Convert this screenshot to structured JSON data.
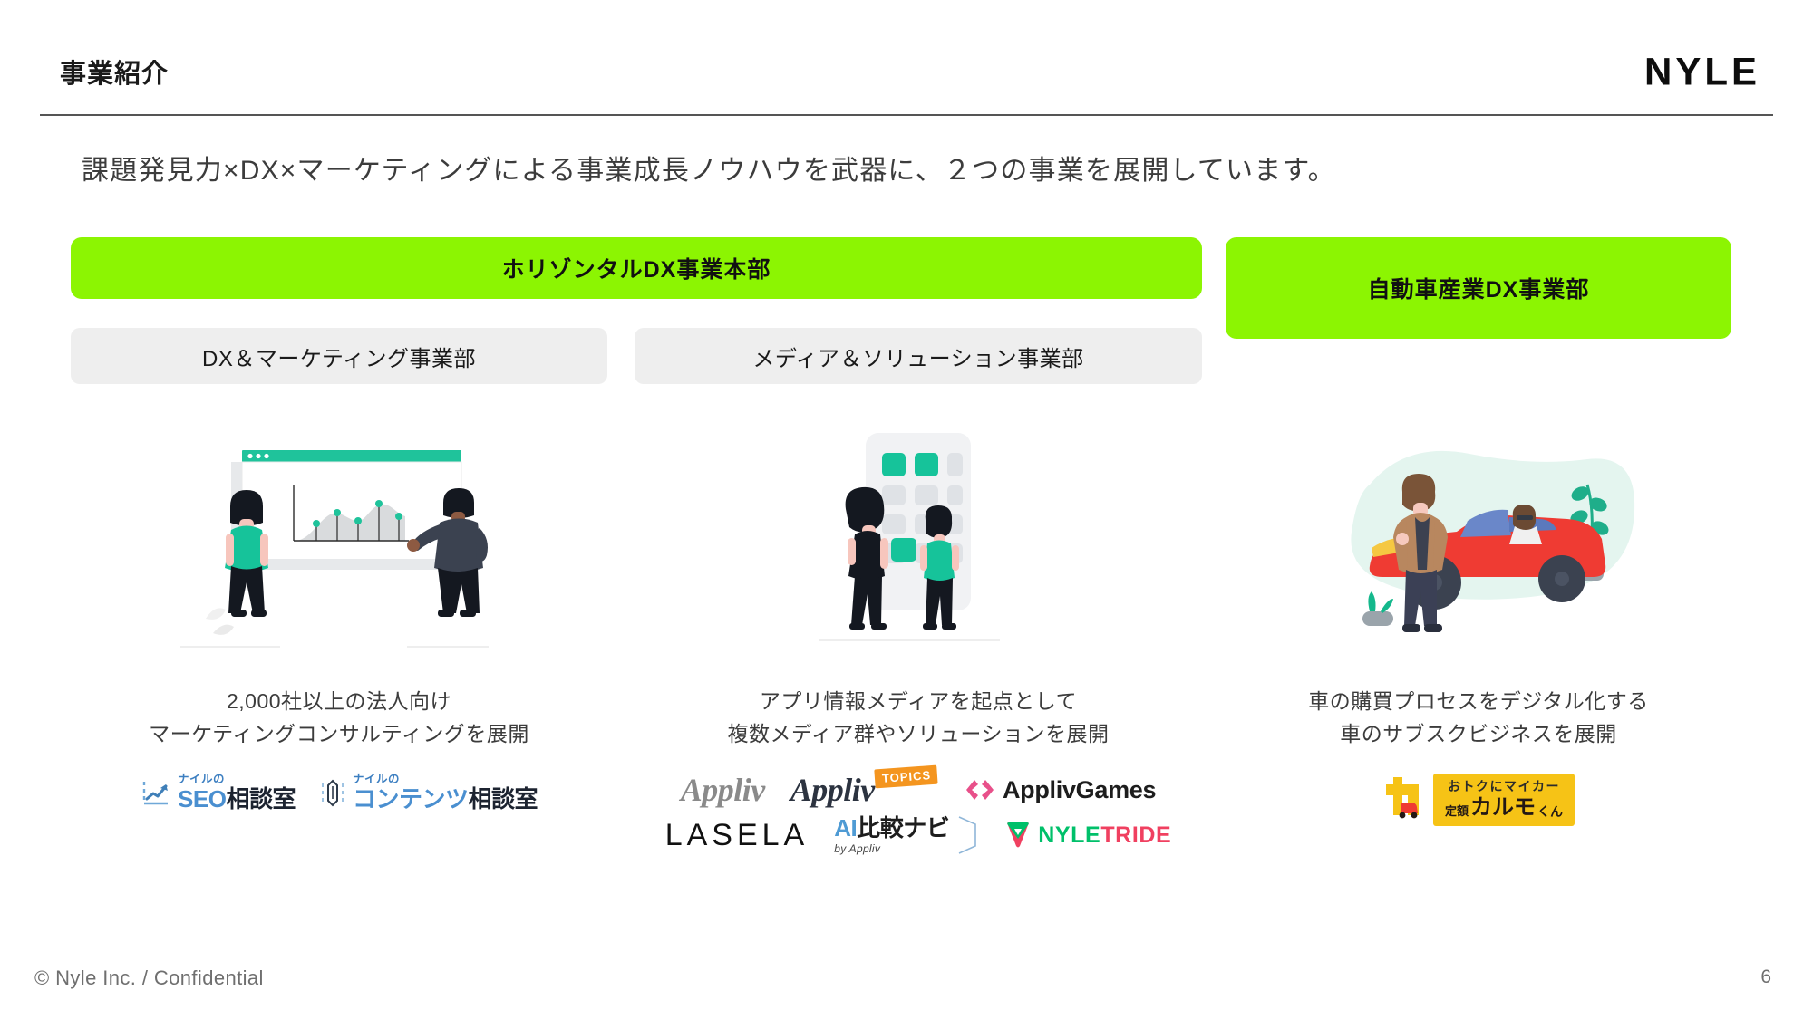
{
  "header": {
    "title": "事業紹介",
    "brand": "NYLE"
  },
  "lead": {
    "text": "課題発見力×DX×マーケティングによる事業成長ノウハウを武器に、２つの事業を展開しています。"
  },
  "groups": [
    {
      "id": "horizontal-dx",
      "label": "ホリゾンタルDX事業本部",
      "color": "#8cf502"
    },
    {
      "id": "automotive-dx",
      "label": "自動車産業DX事業部",
      "color": "#8cf502"
    }
  ],
  "divisions": [
    {
      "id": "dx-marketing",
      "label": "DX＆マーケティング事業部",
      "color": "#eeeeee"
    },
    {
      "id": "media-solution",
      "label": "メディア＆ソリューション事業部",
      "color": "#eeeeee"
    }
  ],
  "columns": [
    {
      "id": "dx-marketing",
      "illustration": "presentation-chart-illustration",
      "caption_line1": "2,000社以上の法人向け",
      "caption_line2": "マーケティングコンサルティングを展開",
      "logos": [
        {
          "id": "nyle-seo-soudanshitsu",
          "sub": "ナイルの",
          "main_accent": "SEO",
          "main_dark": "相談室",
          "icon": "line-chart-icon"
        },
        {
          "id": "nyle-contents-soudanshitsu",
          "sub": "ナイルの",
          "main_accent": "コンテンツ",
          "main_dark": "相談室",
          "icon": "pencil-icon"
        }
      ]
    },
    {
      "id": "media-solution",
      "illustration": "app-media-people-illustration",
      "caption_line1": "アプリ情報メディアを起点として",
      "caption_line2": "複数メディア群やソリューションを展開",
      "logos": [
        {
          "id": "appliv",
          "text": "Appliv"
        },
        {
          "id": "appliv-topics",
          "text": "Appliv",
          "badge": "TOPICS"
        },
        {
          "id": "appliv-games",
          "text": "ApplivGames",
          "icon": "diamond-link-icon"
        },
        {
          "id": "lasela",
          "text": "LASELA"
        },
        {
          "id": "ai-hikaku-navi",
          "accent": "AI",
          "text": "比較ナビ",
          "byline": "by Appliv"
        },
        {
          "id": "nyle-tride",
          "text_green": "NYLE",
          "text_pink": "TRIDE",
          "icon": "triangle-mark-icon"
        }
      ]
    },
    {
      "id": "automotive-dx",
      "illustration": "red-car-people-illustration",
      "caption_line1": "車の購買プロセスをデジタル化する",
      "caption_line2": "車のサブスクビジネスを展開",
      "logos": [
        {
          "id": "karumo-kun",
          "icon": "car-mark-icon",
          "top": "おトクにマイカー",
          "prefix": "定額",
          "main": "カルモ",
          "suffix": "くん"
        }
      ]
    }
  ],
  "footer": {
    "copyright": "© Nyle Inc. / Confidential",
    "page_number": "6"
  },
  "colors": {
    "accent_green": "#8cf502",
    "gray_box": "#eeeeee",
    "text": "#3c3c3c",
    "rule": "#555555"
  }
}
